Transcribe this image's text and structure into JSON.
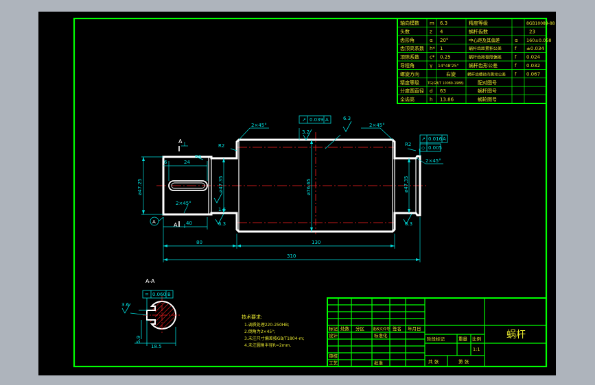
{
  "params_table": {
    "rows": [
      {
        "label": "轴向模数",
        "sym": "m",
        "value": "6.3",
        "label2": "精度等级",
        "sym2": "",
        "value2": "8GB10089-88"
      },
      {
        "label": "头数",
        "sym": "z",
        "value": "4",
        "label2": "蜗杆齿数",
        "sym2": "",
        "value2": "23"
      },
      {
        "label": "齿形角",
        "sym": "α",
        "value": "20°",
        "label2": "中心距及其偏差",
        "sym2": "α",
        "value2": "160±0.058"
      },
      {
        "label": "齿顶高系数",
        "sym": "h*",
        "value": "1",
        "label2": "蜗杆齿距累积公差",
        "sym2": "f",
        "value2": "±0.034"
      },
      {
        "label": "顶隙系数",
        "sym": "c*",
        "value": "0.25",
        "label2": "蜗杆齿距极限偏差",
        "sym2": "f",
        "value2": "0.024"
      },
      {
        "label": "导程角",
        "sym": "γ",
        "value": "14°48'25\"",
        "label2": "蜗杆齿形公差",
        "sym2": "f",
        "value2": "0.032"
      },
      {
        "label": "螺旋方向",
        "sym": "",
        "value": "右旋",
        "label2": "蜗杆齿槽径向跳动公差",
        "sym2": "f",
        "value2": "0.067"
      },
      {
        "label": "精度等级",
        "sym": "",
        "value": "TG(GB/T 10089-1988)",
        "label2": "配对图号",
        "sym2": "",
        "value2": ""
      },
      {
        "label": "分度圆直径",
        "sym": "d",
        "value": "63",
        "label2": "蜗杆图号",
        "sym2": "",
        "value2": ""
      },
      {
        "label": "全齿高",
        "sym": "h",
        "value": "13.86",
        "label2": "蜗轮图号",
        "sym2": "",
        "value2": ""
      }
    ]
  },
  "dims": {
    "chamfer_left": "2×45°",
    "chamfer_right": "2×45°",
    "chamfer_right2": "2×45°",
    "chamfer_key": "2×45°",
    "gtol1_sym": "↗",
    "gtol1_val": "0.039",
    "gtol1_ref": "A",
    "gtol2_sym": "↗",
    "gtol2_val": "0.016",
    "gtol2_ref": "A",
    "gtol3_sym": "◇",
    "gtol3_val": "0.005",
    "rough_top": "3.2",
    "rough_top2": "6.3",
    "rough_left": "1.6",
    "rough_bl": "6.3",
    "rough_br": "6.3",
    "r_left": "R2",
    "r_right": "R2",
    "r_key": "R6",
    "key_width": "24",
    "key_offset": "6",
    "d_left": "ø47.25",
    "d_keyshaft": "ø47.35",
    "d_gear": "ø76.65",
    "d_right": "ø47.35",
    "len_left": "80",
    "len_gear": "130",
    "len_total": "310",
    "len_key": "40",
    "section_mark": "A",
    "section_mark2": "A",
    "datum": "A"
  },
  "section": {
    "title": "A-A",
    "tol_sym": "=",
    "tol_val": "0.060",
    "tol_ref": "B",
    "rough": "3.6",
    "dim_h": "18.5",
    "dim_v": "5.9"
  },
  "notes": {
    "title": "技术要求:",
    "items": [
      "1.调质处理220-250HB;",
      "2.倒角为2×45°;",
      "3.未注尺寸偏差按GB/T1804-m;",
      "4.未注圆角半径R=2mm."
    ]
  },
  "title_block": {
    "row_labels": [
      "标记",
      "处数",
      "分区",
      "更改文件号",
      "签名",
      "年月日"
    ],
    "design": "设计",
    "standard": "标准化",
    "review": "审核",
    "process": "工艺",
    "approve": "批准",
    "stage": "阶段标记",
    "weight": "重量",
    "scale": "比例",
    "scale_val": "1:1",
    "sheets": "共 张",
    "sheet_no": "第 张",
    "part_name": "蜗杆"
  },
  "colors": {
    "sheet_bg": "#000000",
    "frame": "#00ff00",
    "outline": "#ffffff",
    "dim": "#00e0e0",
    "center": "#ff2020",
    "text": "#e8e830",
    "hatch": "#ff2020"
  }
}
